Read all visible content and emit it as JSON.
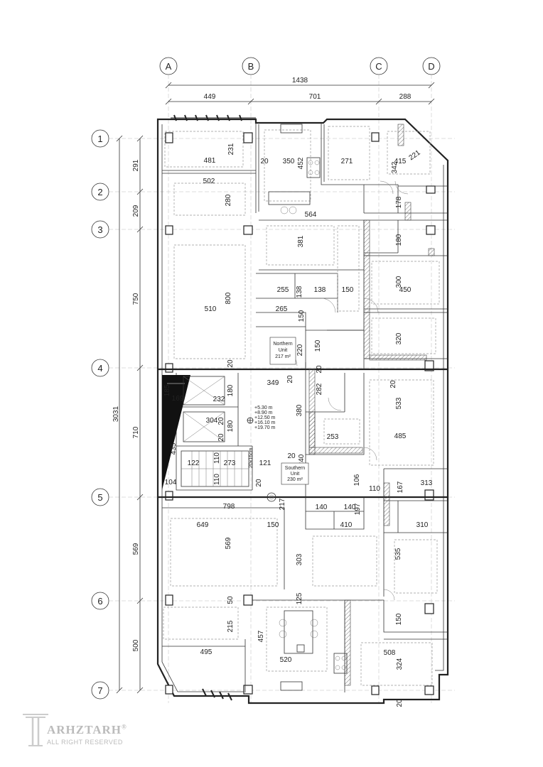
{
  "grid_columns": {
    "a": "A",
    "b": "B",
    "c": "C",
    "d": "D"
  },
  "grid_rows": {
    "r1": "1",
    "r2": "2",
    "r3": "3",
    "r4": "4",
    "r5": "5",
    "r6": "6",
    "r7": "7"
  },
  "top_dims": {
    "overall": "1438",
    "ab": "449",
    "bc": "701",
    "cd": "288"
  },
  "left_dims": {
    "overall": "3031",
    "r12": "291",
    "r23": "209",
    "r34": "750",
    "r45": "710",
    "r56": "569",
    "r67": "500"
  },
  "room_dims": {
    "d481": "481",
    "d231": "231",
    "d20a": "20",
    "d350": "350",
    "d452": "452",
    "d271": "271",
    "d415": "415",
    "d342": "342",
    "d221": "221",
    "d502": "502",
    "d280": "280",
    "d564": "564",
    "d178": "178",
    "d381": "381",
    "d180a": "180",
    "d300": "300",
    "d450": "450",
    "d255": "255",
    "d138a": "138",
    "d138b": "138",
    "d150a": "150",
    "d510": "510",
    "d800": "800",
    "d265": "265",
    "d150b": "150",
    "d320": "320",
    "d150c": "150",
    "d220": "220",
    "d20b": "20",
    "d349": "349",
    "d20c": "20",
    "d282": "282",
    "d20d": "20",
    "d20e": "20",
    "d185": "185",
    "d169": "169",
    "d232": "232",
    "d180b": "180",
    "d380": "380",
    "d533": "533",
    "d304": "304",
    "d20f": "20",
    "d180c": "180",
    "d20g": "20",
    "d253": "253",
    "d485": "485",
    "d435": "435",
    "d110a": "110",
    "d110b": "110",
    "d122": "122",
    "d273": "273",
    "d121": "121",
    "d20h": "20",
    "d240": "240",
    "d104": "104",
    "d20i": "20",
    "d106": "106",
    "d110c": "110",
    "d167": "167",
    "d313": "313",
    "d798": "798",
    "d217": "217",
    "d140a": "140",
    "d140b": "140",
    "d197": "197",
    "d649": "649",
    "d150d": "150",
    "d410": "410",
    "d310": "310",
    "d569": "569",
    "d303": "303",
    "d535": "535",
    "d50": "50",
    "d125": "125",
    "d215": "215",
    "d457": "457",
    "d150e": "150",
    "d495": "495",
    "d520": "520",
    "d508": "508",
    "d324": "324",
    "d20j": "20"
  },
  "labels": {
    "northern_l1": "Northern",
    "northern_l2": "Unit",
    "northern_l3": "217 m²",
    "southern_l1": "Southern",
    "southern_l2": "Unit",
    "southern_l3": "230 m²",
    "lev1": "+5.30 m",
    "lev2": "+8.90 m",
    "lev3": "+12.50 m",
    "lev4": "+16.10 m",
    "lev5": "+19.70 m",
    "stair_tag": "20x16cm"
  },
  "watermark": {
    "brand": "ARHZTARH",
    "registered": "®",
    "tagline": "ALL RIGHT RESERVED"
  }
}
